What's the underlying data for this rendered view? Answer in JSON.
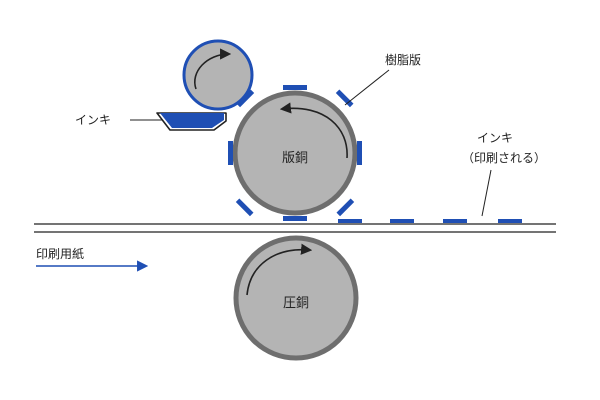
{
  "labels": {
    "plate_material": "樹脂版",
    "ink_left": "インキ",
    "printed_ink_line1": "インキ",
    "printed_ink_line2": "（印刷される）",
    "plate_cylinder": "版銅",
    "impression_cylinder": "圧銅",
    "printing_paper": "印刷用紙"
  },
  "colors": {
    "accent_blue": "#1f4fb4",
    "cylinder_fill": "#b4b4b4",
    "cylinder_border": "#6e6e6e",
    "line_black": "#222222",
    "background": "#ffffff"
  },
  "icons": {
    "rotation": "curved-arrow-clockwise",
    "feed": "arrow-right"
  }
}
